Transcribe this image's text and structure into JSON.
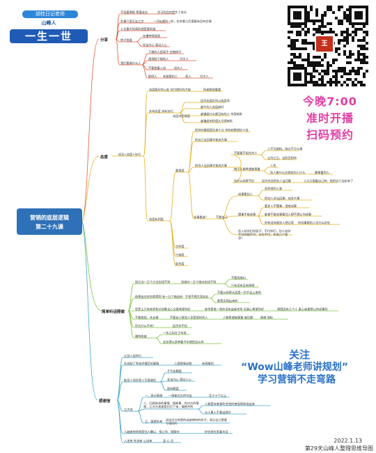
{
  "banner": {
    "tagline": "胡桂日记老师",
    "person": "山峰人",
    "motto": "一生一世"
  },
  "promo": {
    "line1": "今晚7:00",
    "line2": "准时开播",
    "line3": "扫码预约"
  },
  "follow": {
    "line1": "关注",
    "line2": "“Wow山峰老师讲规划”",
    "line3": "学习营销不走弯路"
  },
  "qr": {
    "icon": "qr-code-icon",
    "logo_text": "王"
  },
  "footer": {
    "date": "2022.1.13",
    "caption": "第29天山峰人整理思维导图"
  },
  "colors": {
    "share": "#e05a3a",
    "attitude": "#e5b324",
    "simple": "#7cc241",
    "thanks": "#3fa7c8",
    "root_bg": "#2e71b8",
    "promo": "#e23ea4",
    "follow": "#2b72c8"
  },
  "root": {
    "line1": "营销的底层逻辑",
    "line2": "第二十九课"
  },
  "branches": {
    "share": {
      "label": "分享",
      "c1": "不但要寒暄 更要成长",
      "c1a": "学习的目的是为了成长",
      "c2": "交事只是沉淀之交",
      "c2a": "一开始遇到一样，但交事之后要看有没有交情",
      "c3": "人生最大的高阶就是要知道",
      "c4": "种子思维",
      "c4a": "先播种得收获",
      "c4b": "发自内心 感动人心",
      "c5": "我们要做什么人",
      "c5a": "下棋的人是高手 控制棋子",
      "c5b": "规划制下棋的人",
      "c5b1": "司令人",
      "c5c": "不要抱着入局",
      "c5c1": "局外人",
      "c5d": "聪明人",
      "c5d1": "有智慧的人",
      "c5d2": "贵人",
      "c5d3": "司令人"
    },
    "attitude": {
      "label": "态度",
      "relay": "成功=态度+技巧",
      "a1": "态度能好的心处 技巧就好的大极",
      "a1a": "再者都很重要",
      "a2": "先有态度 再有技巧",
      "a2a": "态度决定高度",
      "a2b1": "因为态度好所以高度高",
      "a2b2": "越牛的人态度越好",
      "a2b3": "越谦虚什么都没有的人 态度越差",
      "a2b4": "越谦虚的积德头号得越低",
      "a3": "态度有四度",
      "d1": "重视度",
      "d1a": "把你的重视度拉来十分 你的结果就好十倍",
      "d1b": "把自己当回事才能成大事",
      "d1c": "把别人当回事才能成大事",
      "d1c1": "不要看不起任何人",
      "d1c1a": "人不可貌相，海水不可斗量",
      "d1c1b": "士别三日，当刮目相待",
      "d1c2": "每个人都希望被尊重",
      "d1c2a": "人性",
      "d1c2b": "别人最什么在就给别人什么",
      "d1c2b1": "最尊重别人",
      "d1c3": "为什么结果不好",
      "d1c3a": "因为你没把别人当回事",
      "d1c3a1": "人天天围着自己转，那把自己当起来了",
      "d1d": "成事靠谁？",
      "d1d1": "不靠自己",
      "d1d1a": "成事靠别人",
      "d1d1a1": "关到地利人和",
      "d1d1a2": "把别人多当回事，成多大事",
      "d1d1b": "懂事才能成事",
      "d1d1b1": "要多人不懂事，很难成事",
      "d1d1b2": "能做不能成事看别人想不想让你成事",
      "d1d1b3": "你有没有被别人想过呢",
      "d1d1b3a": "你成事都别人没什么好吃",
      "d1d1c": "别人给你们你面子，不付你们，别人给你不付你都不付，付也不付，你说几个意思？",
      "d2": "空杯度",
      "d3": "兴奋度",
      "d4": "配合度"
    },
    "simple": {
      "label": "简单听话照做",
      "s1": "找方法一万个方法也找不到",
      "s1a": "找借口一万个借口也找不到",
      "s1b": "不要找借口",
      "s1c": "只有没有没有障碍",
      "s2": "结果出在好你就得到 有一万个借由听",
      "s2a": "手把手教大家成长",
      "s2b": "不要从结果从面是一步步走上来的",
      "s2c": "都是实践出来的",
      "s3": "世界上只有老师和父母最全心全意希望你好",
      "s3a": "老师是唯一和你没有血缘关系 但真心希望你好",
      "s3b": "周围没有几个人 真心诚意想让你成事的",
      "s4": "不要抱怨，先去做",
      "s4a": "不要自己感觉人家是那样的人",
      "s4b": "人都希望被尊重 被信赖",
      "s4c": "情绪 耶标",
      "s5": "你为什么不听？",
      "s5a": "因为你不信",
      "s6": "播种思维",
      "s6a": "一年之际在于年前",
      "s6b": "苦长得以多种着今年就把这么样"
    },
    "thanks": {
      "label": "感谢信",
      "t1": "让别人说你行",
      "t2": "在成割了考核评模范的事情",
      "t2a": "人就感情动物",
      "t2b": "有感情的",
      "t3": "能家人领导等人写感谢信",
      "t3a": "手写有颗感",
      "t3b": "发自内心 感动人心",
      "t3c": "鼓有颗度",
      "t4": "三大块",
      "t4a": "一、表示感谢",
      "t4a1": "一感谢对方的付出",
      "t4a2": "至少十个以上",
      "t4b": "二、回顾具体的事情、镜故事、你对方的情感，让对方普通是回可下来，情感共鸣",
      "t4b1": "人都是有善意的",
      "t4b1a": "把他的善面帮他说出来",
      "t4b2": "从小事入手最出细节",
      "t4c": "三、展望未来",
      "t4c1": "说出对方带愿的或者期待的样子，表示自己愿意与他同行",
      "t5": "人越者他的就是别人瞩以、常心你、理解你",
      "t5a": "你往就在里着句话",
      "t6": "人进来 性进来 心进来",
      "t6a": "身 心 灵"
    }
  }
}
